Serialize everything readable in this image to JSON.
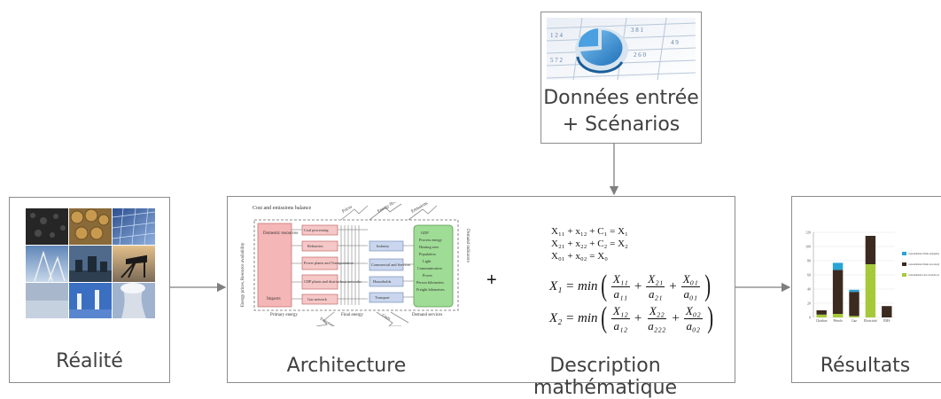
{
  "input_box": {
    "caption_line1": "Données entrée",
    "caption_line2": "+ Scénarios"
  },
  "reality_box": {
    "caption": "Réalité"
  },
  "architecture": {
    "caption": "Architecture",
    "title": "Cost and emissions balance",
    "left_axis": "Energy prices, Resource availability",
    "right_axis": "Demand indicators",
    "primary_energy": "Primary energy",
    "final_energy": "Final energy",
    "demand_services": "Demand services",
    "domestic_resources": "Domestic resources",
    "imports": "Imports",
    "processes": [
      "Coal processing",
      "Refineries",
      "Power plants and Transportation",
      "CHP plants and district heat networks",
      "Gas network"
    ],
    "sectors": [
      "Industry",
      "Commercial and Services",
      "Households",
      "Transport"
    ],
    "services": [
      "GDP",
      "Process energy",
      "Heating area",
      "Population",
      "Light",
      "Communication",
      "Power",
      "Person kilometres",
      "Freight kilometres"
    ],
    "arrows_top": [
      "Prices",
      "Energy flows",
      "Emissions"
    ],
    "arrows_bottom": [
      "Emissions",
      "Costs"
    ]
  },
  "math": {
    "caption": "Description mathématique",
    "plus": "+",
    "equations": [
      "X₁₁ + x₁₂ + C₁ = X₁",
      "X₂₁ + x₂₂ + C₂ = X₂",
      "X₀₁ + x₀₂ = X₀"
    ],
    "eq1": {
      "lhs": "X₁ = min",
      "t1n": "X₁₁",
      "t1d": "a₁₁",
      "t2n": "X₂₁",
      "t2d": "a₂₁",
      "t3n": "X₀₁",
      "t3d": "a₀₁"
    },
    "eq2": {
      "lhs": "X₂ = min",
      "t1n": "X₁₂",
      "t1d": "a₁₂",
      "t2n": "X₂₂",
      "t2d": "a₂₂₂",
      "t3n": "X₀₂",
      "t3d": "a₀₂"
    }
  },
  "results": {
    "caption": "Résultats",
    "legend": [
      "consommation finale énergétique",
      "consommation finale non énergétique",
      "consommation de la branche énergie"
    ]
  },
  "chart_data": {
    "type": "bar",
    "stacked": true,
    "categories": [
      "Charbon",
      "Pétrole",
      "Gaz",
      "Electricité",
      "EMS"
    ],
    "ylim": [
      0,
      120
    ],
    "yticks": [
      0,
      20,
      40,
      60,
      80,
      100,
      120
    ],
    "series": [
      {
        "name": "consommation de la branche énergie",
        "color": "#a6c93a",
        "values": [
          4,
          5,
          2,
          75,
          0
        ]
      },
      {
        "name": "consommation finale non énergétique",
        "color": "#3b2a1f",
        "values": [
          6,
          62,
          34,
          40,
          16
        ]
      },
      {
        "name": "consommation finale énergétique",
        "color": "#2aa3d6",
        "values": [
          0,
          10,
          3,
          0,
          0
        ]
      }
    ]
  },
  "colors": {
    "border": "#8c8c8c",
    "arrow": "#7f7f7f"
  }
}
